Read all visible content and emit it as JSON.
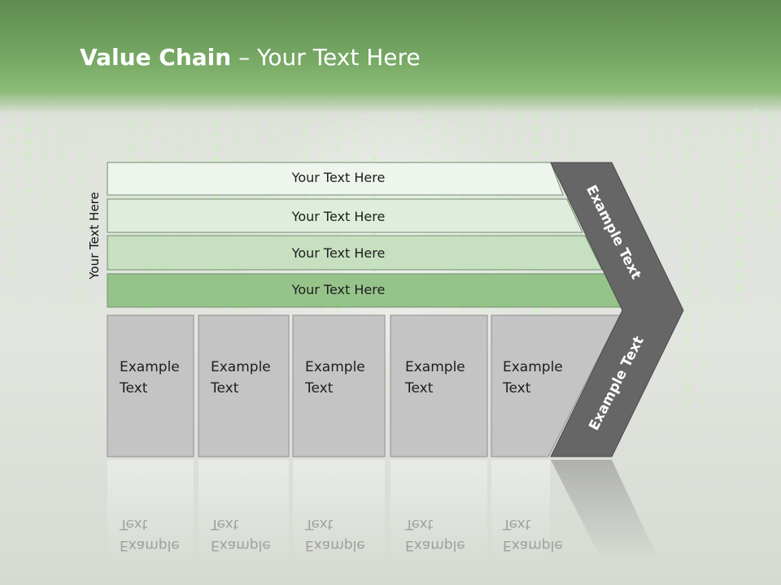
{
  "slide": {
    "title_bold": "Value Chain",
    "title_rest": " – Your Text Here",
    "side_label": "Your Text Here"
  },
  "bands": [
    {
      "label": "Your Text Here",
      "color": "#eef5ec"
    },
    {
      "label": "Your Text Here",
      "color": "#dfeedc"
    },
    {
      "label": "Your Text Here",
      "color": "#c6e0c0"
    },
    {
      "label": "Your Text Here",
      "color": "#96c38a"
    }
  ],
  "boxes": [
    {
      "line1": "Example",
      "line2": "Text"
    },
    {
      "line1": "Example",
      "line2": "Text"
    },
    {
      "line1": "Example",
      "line2": "Text"
    },
    {
      "line1": "Example",
      "line2": "Text"
    },
    {
      "line1": "Example",
      "line2": "Text"
    }
  ],
  "chevron": {
    "upper_label": "Example Text",
    "lower_label": "Example Text",
    "color": "#666666"
  },
  "colors": {
    "box_fill": "#c4c4c4",
    "box_stroke": "#8e8e8e",
    "band_stroke": "#6f8f68",
    "accent_green": "#78aa66"
  }
}
